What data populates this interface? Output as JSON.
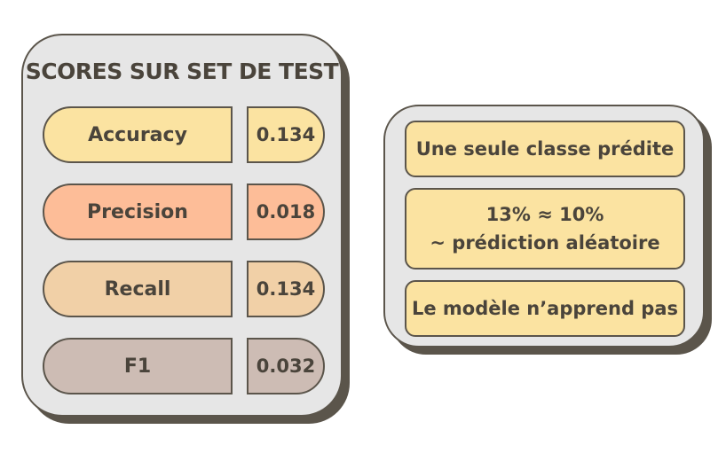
{
  "scores": {
    "title": "SCORES SUR SET DE TEST",
    "metrics": [
      {
        "label": "Accuracy",
        "value": "0.134",
        "color": "#fbe3a1"
      },
      {
        "label": "Precision",
        "value": "0.018",
        "color": "#fdbd98"
      },
      {
        "label": "Recall",
        "value": "0.134",
        "color": "#f1d0a7"
      },
      {
        "label": "F1",
        "value": "0.032",
        "color": "#cdbcb4"
      }
    ]
  },
  "notes": {
    "items": [
      {
        "lines": [
          "Une seule classe prédite"
        ]
      },
      {
        "lines": [
          "13% ≈ 10%",
          "~ prédiction aléatoire"
        ]
      },
      {
        "lines": [
          "Le modèle n’apprend pas"
        ]
      }
    ],
    "color": "#fbe3a1"
  },
  "colors": {
    "panel_bg": "#e6e6e6",
    "border": "#5b554b",
    "text": "#4a443b"
  }
}
